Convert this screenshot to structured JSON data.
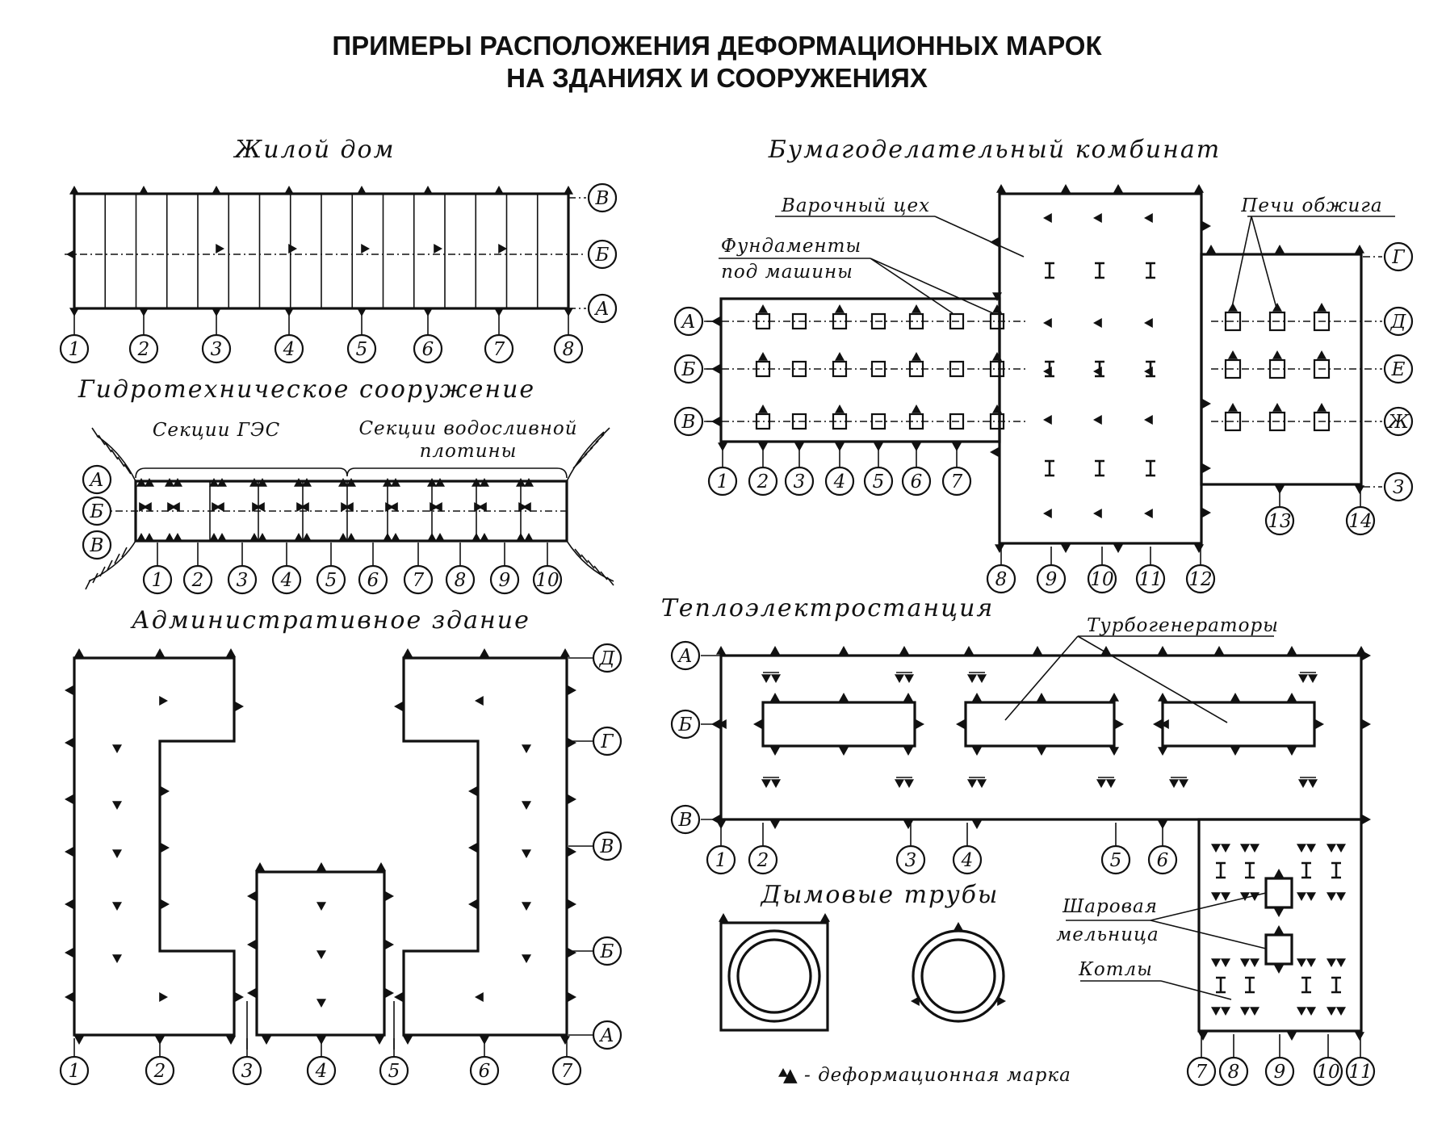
{
  "title": {
    "line1": "ПРИМЕРЫ РАСПОЛОЖЕНИЯ ДЕФОРМАЦИОННЫХ МАРОК",
    "line2": "НА ЗДАНИЯХ И СООРУЖЕНИЯХ"
  },
  "residential": {
    "caption": "Жилой дом",
    "axes_rows": [
      "В",
      "Б",
      "А"
    ],
    "axes_cols": [
      "1",
      "2",
      "3",
      "4",
      "5",
      "6",
      "7",
      "8"
    ]
  },
  "hydro": {
    "caption": "Гидротехническое сооружение",
    "section_hpp": "Секции ГЭС",
    "section_spillway_1": "Секции водосливной",
    "section_spillway_2": "плотины",
    "axes_rows": [
      "А",
      "Б",
      "В"
    ],
    "axes_cols": [
      "1",
      "2",
      "3",
      "4",
      "5",
      "6",
      "7",
      "8",
      "9",
      "10"
    ]
  },
  "admin": {
    "caption": "Административное здание",
    "axes_rows": [
      "Д",
      "Г",
      "В",
      "Б",
      "А"
    ],
    "axes_cols": [
      "1",
      "2",
      "3",
      "4",
      "5",
      "6",
      "7"
    ]
  },
  "paper_mill": {
    "caption": "Бумагоделательный комбинат",
    "label_digester": "Варочный цех",
    "label_foundations_1": "Фундаменты",
    "label_foundations_2": "под машины",
    "label_kilns": "Печи обжига",
    "axes_left": [
      "А",
      "Б",
      "В"
    ],
    "axes_right": [
      "Г",
      "Д",
      "Е",
      "Ж",
      "З"
    ],
    "axes_cols": [
      "1",
      "2",
      "3",
      "4",
      "5",
      "6",
      "7",
      "8",
      "9",
      "10",
      "11",
      "12",
      "13",
      "14"
    ]
  },
  "power_plant": {
    "caption": "Теплоэлектростанция",
    "label_turbogen": "Турбогенераторы",
    "label_mill_1": "Шаровая",
    "label_mill_2": "мельница",
    "label_boilers": "Котлы",
    "axes_rows": [
      "А",
      "Б",
      "В"
    ],
    "axes_cols_top": [
      "1",
      "2",
      "3",
      "4",
      "5",
      "6"
    ],
    "axes_cols_bottom": [
      "7",
      "8",
      "9",
      "10",
      "11"
    ]
  },
  "chimneys": {
    "caption": "Дымовые трубы"
  },
  "legend": {
    "symbol": "▲",
    "text": "- деформационная марка"
  }
}
